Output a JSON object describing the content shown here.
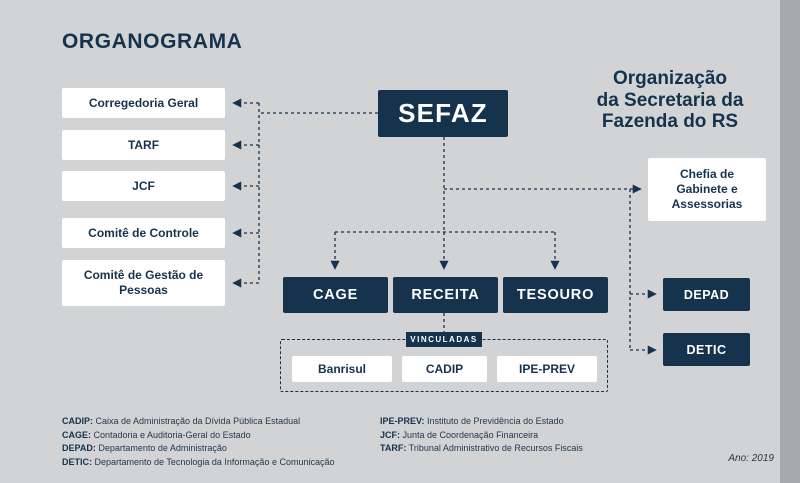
{
  "title": "ORGANOGRAMA",
  "subtitle": {
    "lines": [
      "Organização",
      "da Secretaria da",
      "Fazenda do RS"
    ]
  },
  "root": {
    "label": "SEFAZ"
  },
  "left_units": [
    {
      "label": "Corregedoria Geral"
    },
    {
      "label": "TARF"
    },
    {
      "label": "JCF"
    },
    {
      "label": "Comitê de Controle"
    },
    {
      "label": "Comitê de Gestão de Pessoas"
    }
  ],
  "staff_unit": {
    "label": "Chefia de Gabinete e Assessorias"
  },
  "center_units": [
    {
      "label": "CAGE"
    },
    {
      "label": "RECEITA"
    },
    {
      "label": "TESOURO"
    }
  ],
  "right_units": [
    {
      "label": "DEPAD"
    },
    {
      "label": "DETIC"
    }
  ],
  "linked_group": {
    "label": "VINCULADAS",
    "items": [
      {
        "label": "Banrisul"
      },
      {
        "label": "CADIP"
      },
      {
        "label": "IPE-PREV"
      }
    ]
  },
  "legend": {
    "left": [
      {
        "abbr": "CADIP:",
        "text": " Caixa de Administração da Dívida Pública Estadual"
      },
      {
        "abbr": "CAGE:",
        "text": " Contadoria e Auditoria-Geral do Estado"
      },
      {
        "abbr": "DEPAD:",
        "text": " Departamento de Administração"
      },
      {
        "abbr": "DETIC:",
        "text": " Departamento de Tecnologia da Informação e Comunicação"
      }
    ],
    "right": [
      {
        "abbr": "IPE-PREV:",
        "text": " Instituto de Previdência do Estado"
      },
      {
        "abbr": "JCF:",
        "text": " Junta de Coordenação Financeira"
      },
      {
        "abbr": "TARF:",
        "text": " Tribunal Administrativo de Recursos Fiscais"
      }
    ]
  },
  "footer": {
    "year_label": "Ano: 2019"
  },
  "colors": {
    "navy": "#16334e",
    "background": "#d2d3d5",
    "edge": "#a6a8ab",
    "white": "#ffffff"
  }
}
